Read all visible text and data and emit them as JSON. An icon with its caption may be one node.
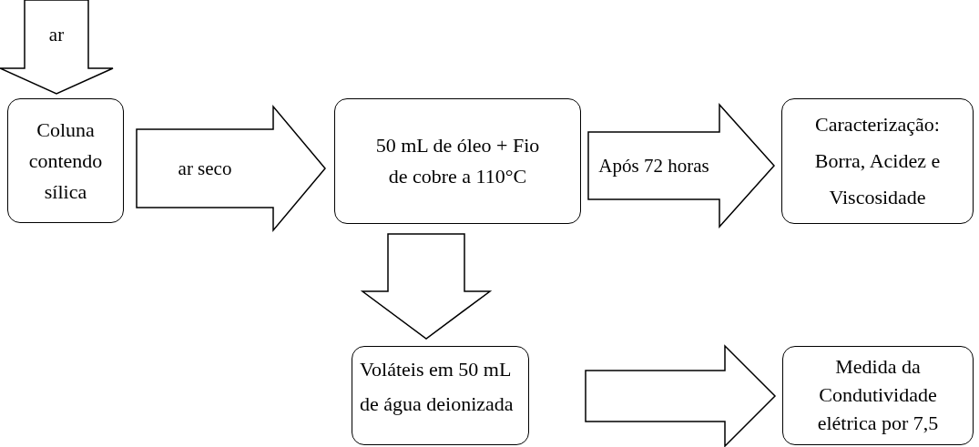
{
  "diagram": {
    "nodes": [
      {
        "text": [
          "Coluna contendo sílica"
        ]
      },
      {
        "text": [
          "50 mL de óleo + Fio de cobre a 110°C"
        ]
      },
      {
        "text": [
          "Caracterização: Borra, Acidez e Viscosidade"
        ]
      },
      {
        "text": [
          "Voláteis em 50 mL de água deionizada"
        ]
      },
      {
        "text": [
          "Medida da Condutividade elétrica por 7,5"
        ]
      }
    ],
    "edges": [
      {
        "from": null,
        "to": 0,
        "arrow": "to",
        "label": "ar"
      },
      {
        "from": 0,
        "to": 1,
        "arrow": "to",
        "label": "ar seco"
      },
      {
        "from": 1,
        "to": 2,
        "arrow": "to",
        "label": "Após 72 horas"
      },
      {
        "from": 1,
        "to": 3,
        "arrow": "to"
      },
      {
        "from": 3,
        "to": 4,
        "arrow": "to"
      }
    ]
  }
}
